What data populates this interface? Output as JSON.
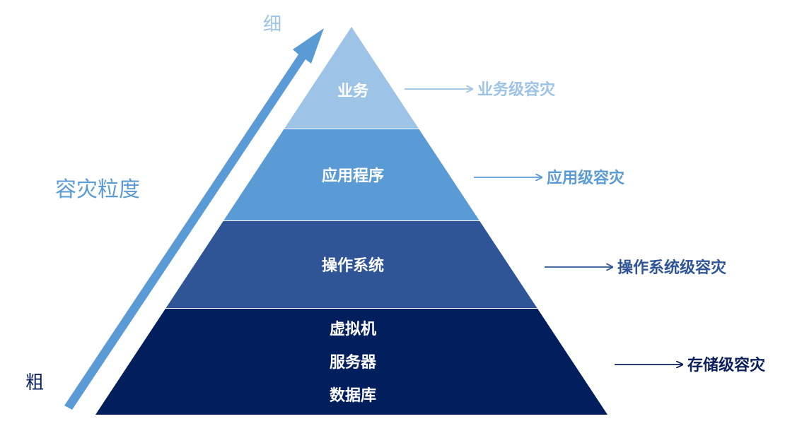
{
  "axis": {
    "title": "容灾粒度",
    "top_label": "细",
    "bottom_label": "粗",
    "title_color": "#5b9bd5",
    "top_color": "#9dc3e6",
    "bottom_color": "#0b1f5c",
    "arrow_color": "#5b9bd5"
  },
  "pyramid": {
    "layers": [
      {
        "lines": [
          "业务"
        ],
        "fill": "#9dc3e6",
        "side_label": "业务级容灾",
        "side_color": "#9dc3e6"
      },
      {
        "lines": [
          "应用程序"
        ],
        "fill": "#5b9bd5",
        "side_label": "应用级容灾",
        "side_color": "#5b9bd5"
      },
      {
        "lines": [
          "操作系统"
        ],
        "fill": "#2f5597",
        "side_label": "操作系统级容灾",
        "side_color": "#2f5597"
      },
      {
        "lines": [
          "虚拟机",
          "服务器",
          "数据库"
        ],
        "fill": "#001f5c",
        "side_label": "存储级容灾",
        "side_color": "#0b1f5c"
      }
    ]
  }
}
